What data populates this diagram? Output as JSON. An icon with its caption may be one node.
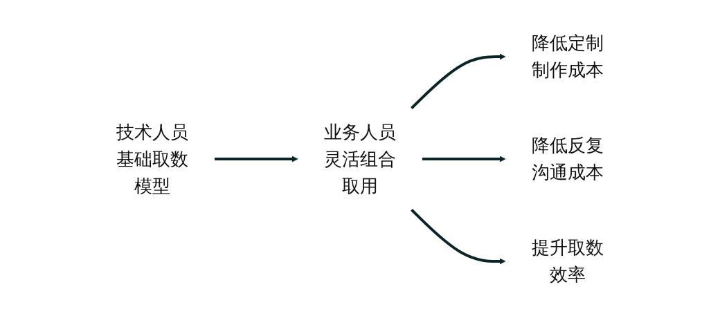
{
  "diagram": {
    "nodes": [
      {
        "text": [
          "技术人员基础取数模型"
        ]
      },
      {
        "text": [
          "业务人员灵活组合取用"
        ]
      },
      {
        "text": [
          "降低定制制作成本"
        ]
      },
      {
        "text": [
          "降低反复沟通成本"
        ]
      },
      {
        "text": [
          "提升取数效率"
        ]
      }
    ],
    "edges": [
      {
        "from": 0,
        "to": 1,
        "arrow": "to"
      },
      {
        "from": 1,
        "to": 2,
        "arrow": "to"
      },
      {
        "from": 1,
        "to": 3,
        "arrow": "to"
      },
      {
        "from": 1,
        "to": 4,
        "arrow": "to"
      }
    ]
  }
}
